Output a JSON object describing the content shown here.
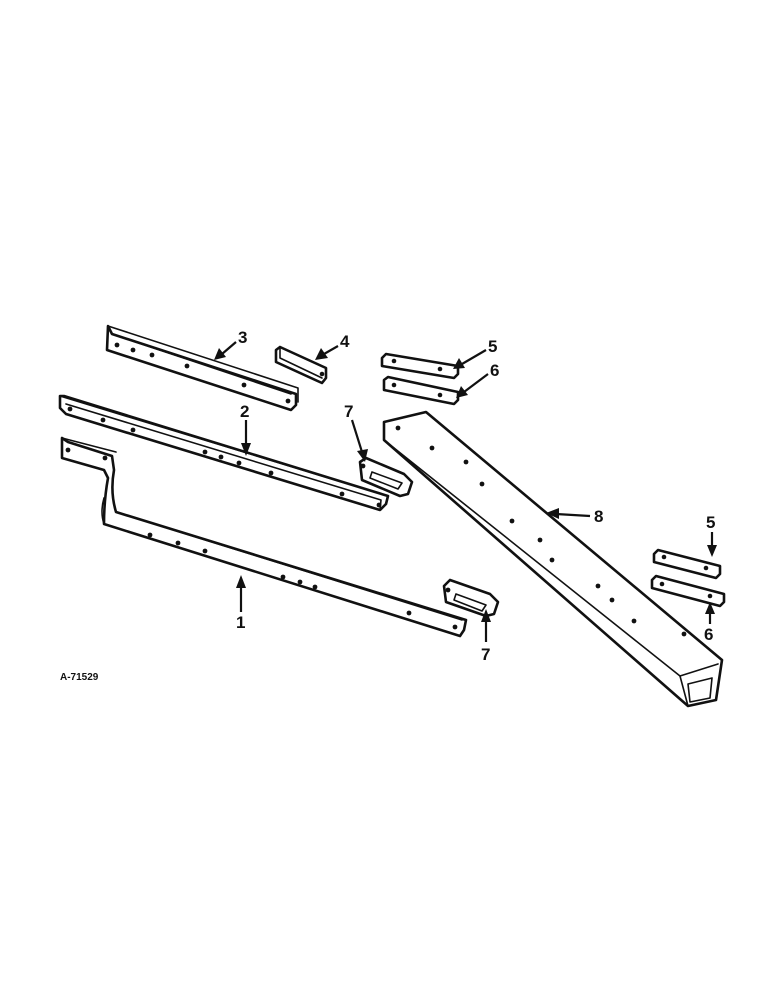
{
  "figure_ref": "A-71529",
  "callouts": {
    "c1": "1",
    "c2": "2",
    "c3": "3",
    "c4": "4",
    "c5a": "5",
    "c5b": "5",
    "c6a": "6",
    "c6b": "6",
    "c7a": "7",
    "c7b": "7",
    "c8": "8"
  },
  "colors": {
    "ink": "#111111",
    "paper": "#ffffff"
  }
}
